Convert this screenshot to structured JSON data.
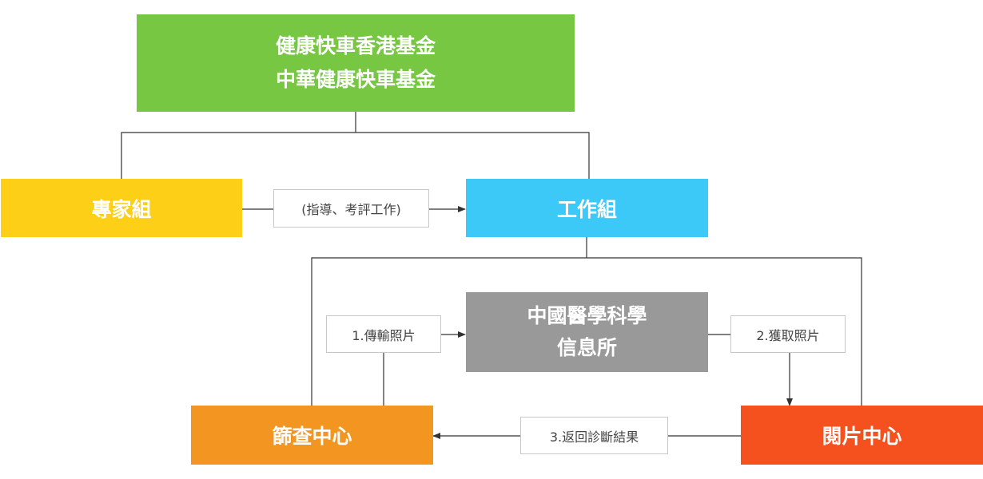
{
  "colors": {
    "foundation": "#77C743",
    "expert_group": "#FDD017",
    "working_group": "#3DC9F8",
    "info_institute": "#999999",
    "screening_center": "#F39521",
    "reading_center": "#F4511E",
    "connector": "#333333"
  },
  "nodes": {
    "foundation": {
      "lines": [
        "健康快車香港基金",
        "中華健康快車基金"
      ]
    },
    "expert_group": {
      "text": "專家組"
    },
    "working_group": {
      "text": "工作組"
    },
    "info_institute": {
      "lines": [
        "中國醫學科學",
        "信息所"
      ]
    },
    "screening_center": {
      "text": "篩查中心"
    },
    "reading_center": {
      "text": "閱片中心"
    }
  },
  "edge_labels": {
    "guidance": "(指導、考評工作)",
    "transfer_photos": "1.傳輸照片",
    "get_photos": "2.獲取照片",
    "return_results": "3.返回診斷結果"
  }
}
